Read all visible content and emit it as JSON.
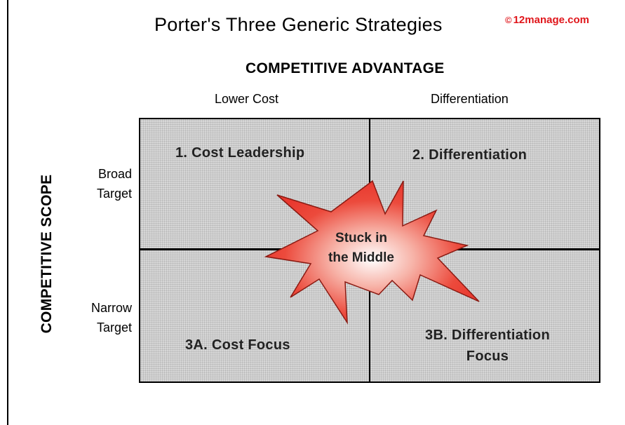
{
  "title": "Porter's Three Generic Strategies",
  "credit": {
    "symbol": "©",
    "text": "12manage.com",
    "color": "#e0161b"
  },
  "axes": {
    "horizontal_title": "COMPETITIVE ADVANTAGE",
    "vertical_title": "COMPETITIVE SCOPE",
    "columns": [
      "Lower Cost",
      "Differentiation"
    ],
    "rows": [
      {
        "line1": "Broad",
        "line2": "Target"
      },
      {
        "line1": "Narrow",
        "line2": "Target"
      }
    ]
  },
  "quadrants": {
    "cost_leadership": "1. Cost Leadership",
    "differentiation": "2. Differentiation",
    "cost_focus": "3A. Cost Focus",
    "differentiation_focus": {
      "line1": "3B. Differentiation",
      "line2": "Focus"
    }
  },
  "center_burst": {
    "line1": "Stuck in",
    "line2": "the Middle",
    "color": "#e8392f"
  },
  "colors": {
    "grid_fill": "#d8d8d8",
    "lines": "#000000"
  }
}
